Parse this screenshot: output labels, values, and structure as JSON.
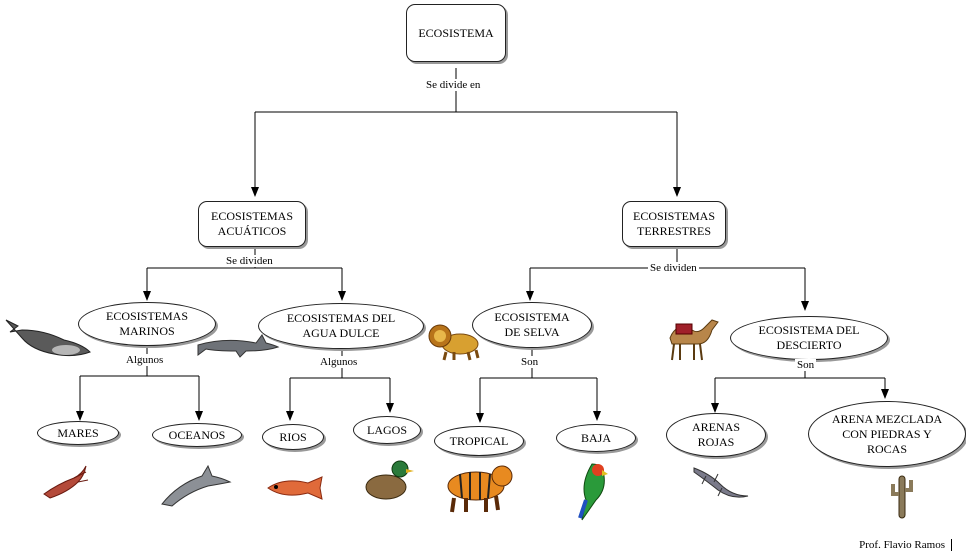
{
  "root": {
    "label": "ECOSISTEMA"
  },
  "link_root": "Se divide en",
  "aquatic": {
    "label": "ECOSISTEMAS ACUÁTICOS",
    "link": "Se dividen"
  },
  "terrestrial": {
    "label": "ECOSISTEMAS TERRESTRES",
    "link": "Se dividen"
  },
  "marine": {
    "label": "ECOSISTEMAS MARINOS",
    "link": "Algunos",
    "children": [
      "MARES",
      "OCEANOS"
    ]
  },
  "freshwater": {
    "label": "ECOSISTEMAS DEL AGUA DULCE",
    "link": "Algunos",
    "children": [
      "RIOS",
      "LAGOS"
    ]
  },
  "jungle": {
    "label": "ECOSISTEMA DE SELVA",
    "link": "Son",
    "children": [
      "TROPICAL",
      "BAJA"
    ]
  },
  "desert": {
    "label": "ECOSISTEMA DEL DESCIERTO",
    "link": "Son",
    "children": [
      "ARENAS ROJAS",
      "ARENA MEZCLADA CON PIEDRAS Y ROCAS"
    ]
  },
  "credit": "Prof. Flavio Ramos",
  "icons": [
    "whale-icon",
    "shark-icon",
    "lion-icon",
    "camel-icon",
    "lobster-icon",
    "dolphin-icon",
    "fish-icon",
    "duck-icon",
    "tiger-icon",
    "parrot-icon",
    "lizard-icon",
    "cactus-icon"
  ]
}
